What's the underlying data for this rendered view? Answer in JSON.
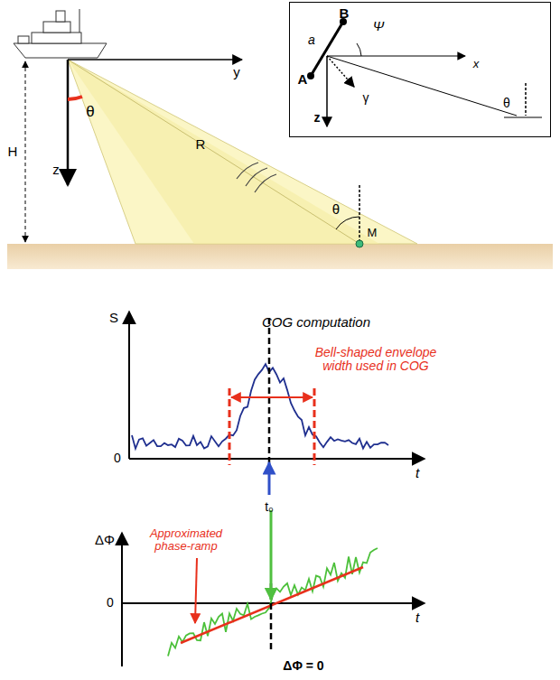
{
  "diagram": {
    "nodes": [
      {
        "text": [
          "B",
          "a",
          "Ψ",
          "x",
          "A",
          "z",
          "γ",
          "θ"
        ]
      }
    ],
    "labels": [
      "y",
      "H",
      "θ",
      "z",
      "R",
      "θ",
      "M",
      "COG computation",
      "Bell-shaped envelope width used in COG",
      "S",
      "0",
      "t",
      "t₀",
      "ΔΦ",
      "0",
      "t",
      "Approximated phase-ramp",
      "ΔΦ = 0"
    ]
  }
}
